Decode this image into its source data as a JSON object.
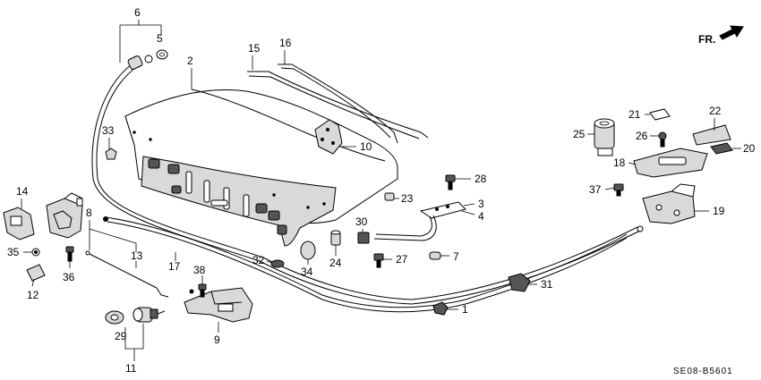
{
  "callouts": {
    "c1": "1",
    "c2": "2",
    "c3": "3",
    "c4": "4",
    "c5": "5",
    "c6": "6",
    "c7": "7",
    "c8": "8",
    "c9": "9",
    "c10": "10",
    "c11": "11",
    "c12": "12",
    "c13": "13",
    "c14": "14",
    "c15": "15",
    "c16": "16",
    "c17": "17",
    "c18": "18",
    "c19": "19",
    "c20": "20",
    "c21": "21",
    "c22": "22",
    "c23": "23",
    "c24": "24",
    "c25": "25",
    "c26": "26",
    "c27": "27",
    "c28": "28",
    "c29": "29",
    "c30": "30",
    "c31": "31",
    "c32": "32",
    "c33": "33",
    "c34": "34",
    "c35": "35",
    "c36": "36",
    "c37": "37",
    "c38": "38"
  },
  "front_indicator": "FR.",
  "diagram_code": "SE08-B5601"
}
